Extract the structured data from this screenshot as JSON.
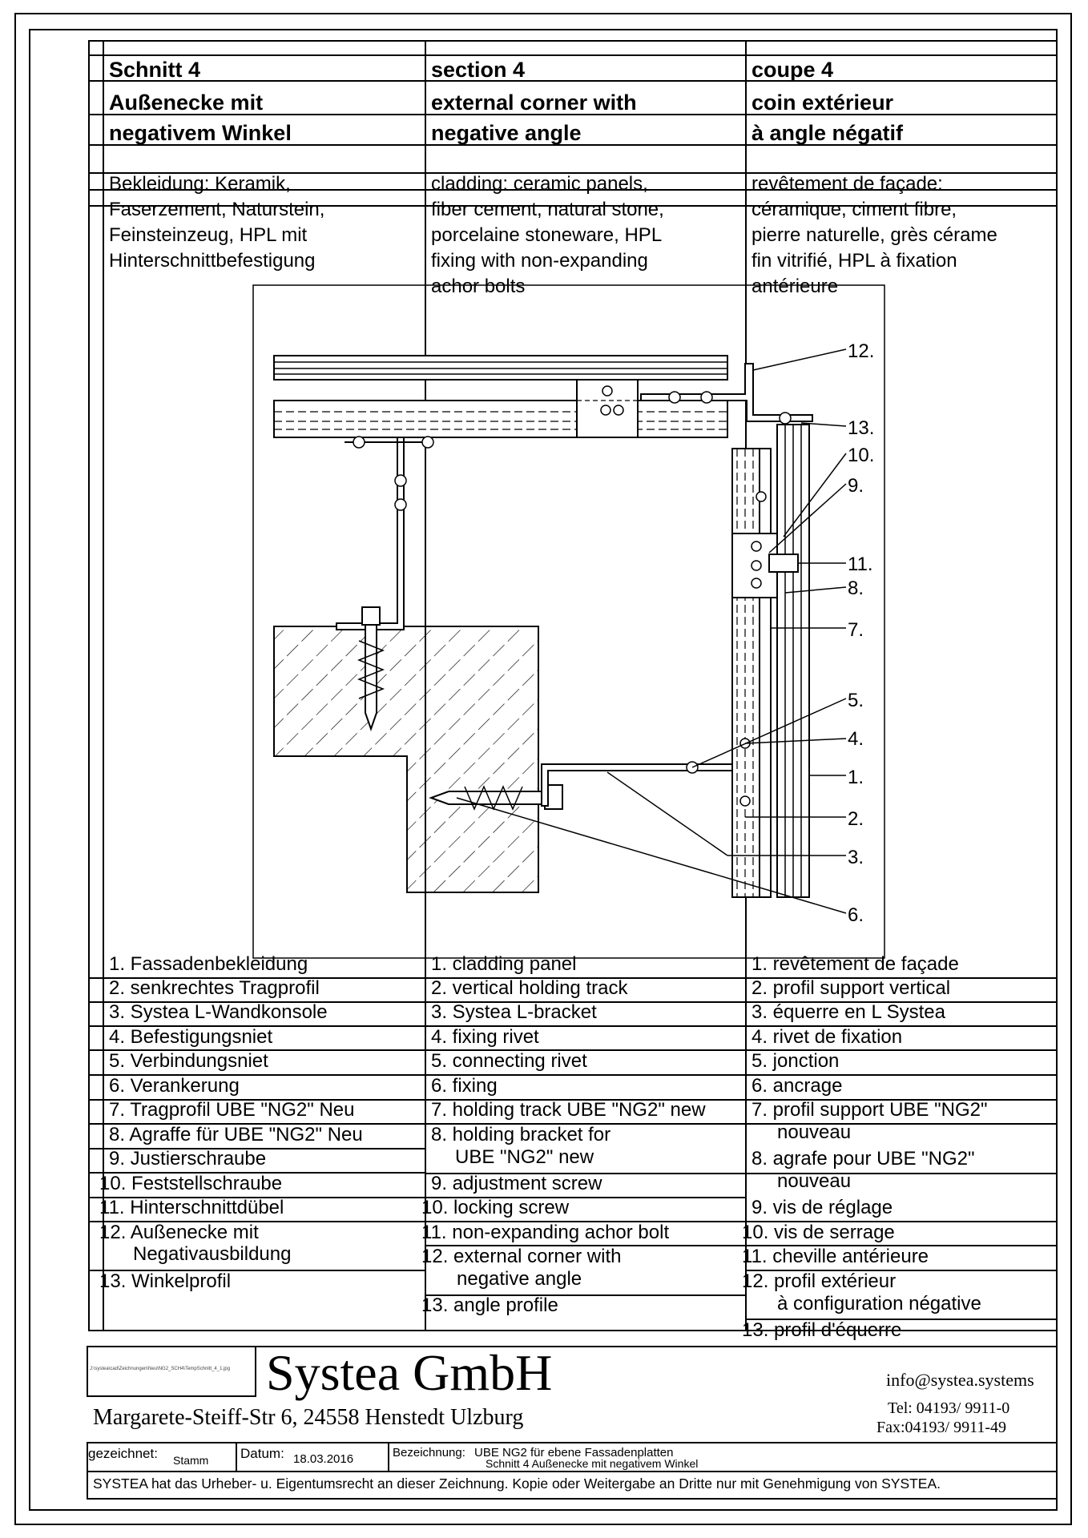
{
  "header": {
    "de": {
      "title": "Schnitt 4",
      "line1": "Außenecke mit",
      "line2": "negativem Winkel",
      "cladding": [
        "Bekleidung: Keramik,",
        "Faserzement, Naturstein,",
        "Feinsteinzeug, HPL mit",
        "Hinterschnittbefestigung"
      ]
    },
    "en": {
      "title": "section 4",
      "line1": "external corner with",
      "line2": "negative angle",
      "cladding": [
        "cladding: ceramic panels,",
        "fiber cement, natural stone,",
        "porcelaine stoneware, HPL",
        "fixing with non-expanding",
        "achor bolts"
      ]
    },
    "fr": {
      "title": "coupe 4",
      "line1": "coin extérieur",
      "line2": "à angle négatif",
      "cladding": [
        "revêtement de façade:",
        "céramique, ciment fibre,",
        "pierre naturelle, grès cérame",
        "fin vitrifié, HPL à fixation",
        "antérieure"
      ]
    }
  },
  "callouts": [
    "12.",
    "13.",
    "10.",
    "9.",
    "11.",
    "8.",
    "7.",
    "5.",
    "4.",
    "1.",
    "2.",
    "3.",
    "6."
  ],
  "legend": {
    "de": [
      "1. Fassadenbekleidung",
      "2. senkrechtes Tragprofil",
      "3. Systea L-Wandkonsole",
      "4. Befestigungsniet",
      "5. Verbindungsniet",
      "6. Verankerung",
      "7. Tragprofil UBE \"NG2\" Neu",
      "8. Agraffe für UBE \"NG2\" Neu",
      "9. Justierschraube",
      "10. Feststellschraube",
      "11. Hinterschnittdübel",
      "12. Außenecke mit",
      "Negativausbildung",
      "13. Winkelprofil"
    ],
    "en": [
      "1. cladding panel",
      "2. vertical holding track",
      "3. Systea L-bracket",
      "4. fixing rivet",
      "5. connecting rivet",
      "6. fixing",
      "7. holding track UBE \"NG2\" new",
      "8. holding bracket for",
      "UBE \"NG2\" new",
      "9. adjustment screw",
      "10. locking screw",
      "11. non-expanding achor bolt",
      "12. external corner with",
      "negative angle",
      "13. angle profile"
    ],
    "fr": [
      "1. revêtement de façade",
      "2. profil support vertical",
      "3. équerre en L Systea",
      "4. rivet de fixation",
      "5. jonction",
      "6. ancrage",
      "7. profil support UBE \"NG2\"",
      "nouveau",
      "8. agrafe pour UBE \"NG2\"",
      "nouveau",
      "9. vis de réglage",
      "10. vis de serrage",
      "11. cheville antérieure",
      "12. profil extérieur",
      "à configuration négative",
      "13. profil d'équerre"
    ]
  },
  "footer": {
    "file_path": "J:\\systea\\cad\\Zeichnungen\\Neu\\NG2_SCH4\\TempSchnitt_4_1.jpg",
    "company": "Systea GmbH",
    "email": "info@systea.systems",
    "address": "Margarete-Steiff-Str 6, 24558 Henstedt Ulzburg",
    "tel": "Tel: 04193/ 9911-0",
    "fax": "Fax:04193/ 9911-49",
    "drawn_label": "gezeichnet:",
    "drawn_value": "Stamm",
    "date_label": "Datum:",
    "date_value": "18.03.2016",
    "desc_label": "Bezeichnung:",
    "desc_line1": "UBE NG2 für ebene Fassadenplatten",
    "desc_line2": "Schnitt 4 Außenecke mit negativem Winkel",
    "copyright": "SYSTEA hat das Urheber- u. Eigentumsrecht an dieser Zeichnung. Kopie oder Weitergabe an Dritte nur mit Genehmigung von SYSTEA."
  }
}
